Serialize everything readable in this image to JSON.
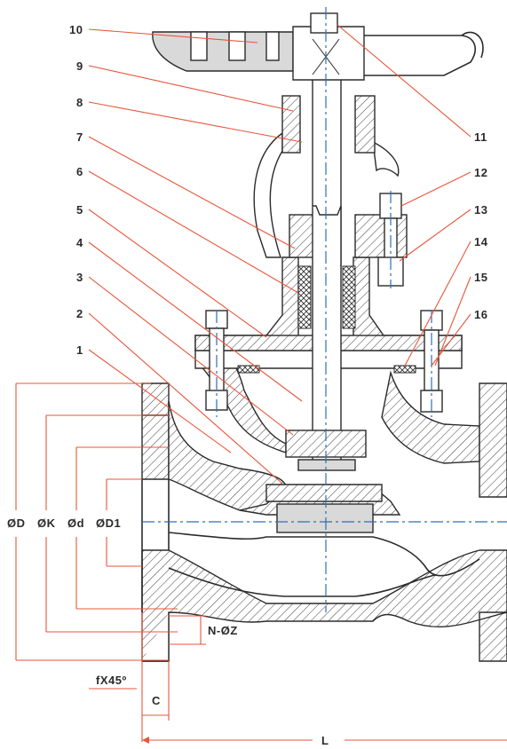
{
  "parts": [
    {
      "num": "10"
    },
    {
      "num": "9"
    },
    {
      "num": "8"
    },
    {
      "num": "7"
    },
    {
      "num": "6"
    },
    {
      "num": "5"
    },
    {
      "num": "4"
    },
    {
      "num": "3"
    },
    {
      "num": "2"
    },
    {
      "num": "1"
    },
    {
      "num": "11"
    },
    {
      "num": "12"
    },
    {
      "num": "13"
    },
    {
      "num": "14"
    },
    {
      "num": "15"
    },
    {
      "num": "16"
    }
  ],
  "dimensions": {
    "outer_diameter": "ØD",
    "bolt_circle": "ØK",
    "bore": "Ød",
    "raised_face": "ØD1",
    "bolt_holes": "N-ØZ",
    "chamfer": "fX45º",
    "face_thickness": "C",
    "length": "L"
  },
  "colors": {
    "leader": "#e8553a",
    "centerline": "#2f6fb5",
    "outline": "#2b2b2b"
  }
}
